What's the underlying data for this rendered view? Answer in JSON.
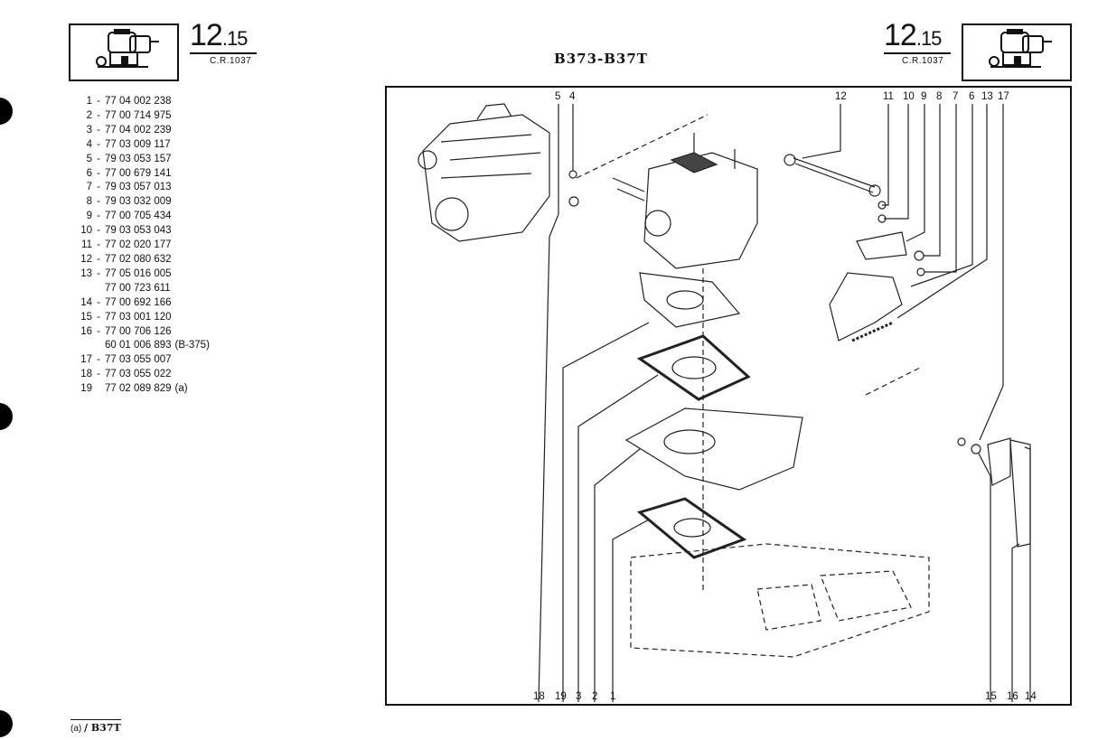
{
  "header": {
    "section_number_main": "12",
    "section_number_sub": ".15",
    "reference": "C.R.1037",
    "title": "B373-B37T"
  },
  "parts_list": [
    {
      "ref": "1",
      "sep": "-",
      "number": "77 04 002 238",
      "note": ""
    },
    {
      "ref": "2",
      "sep": "-",
      "number": "77 00 714 975",
      "note": ""
    },
    {
      "ref": "3",
      "sep": "-",
      "number": "77 04 002 239",
      "note": ""
    },
    {
      "ref": "4",
      "sep": "-",
      "number": "77 03 009 117",
      "note": ""
    },
    {
      "ref": "5",
      "sep": "-",
      "number": "79 03 053 157",
      "note": ""
    },
    {
      "ref": "6",
      "sep": "-",
      "number": "77 00 679 141",
      "note": ""
    },
    {
      "ref": "7",
      "sep": "-",
      "number": "79 03 057 013",
      "note": ""
    },
    {
      "ref": "8",
      "sep": "-",
      "number": "79 03 032 009",
      "note": ""
    },
    {
      "ref": "9",
      "sep": "-",
      "number": "77 00 705 434",
      "note": ""
    },
    {
      "ref": "10",
      "sep": "-",
      "number": "79 03 053 043",
      "note": ""
    },
    {
      "ref": "11",
      "sep": "-",
      "number": "77 02 020 177",
      "note": ""
    },
    {
      "ref": "12",
      "sep": "-",
      "number": "77 02 080 632",
      "note": ""
    },
    {
      "ref": "13",
      "sep": "-",
      "number": "77 05 016 005",
      "note": ""
    },
    {
      "ref": "",
      "sep": "",
      "number": "77 00 723 611",
      "note": ""
    },
    {
      "ref": "14",
      "sep": "-",
      "number": "77 00 692 166",
      "note": ""
    },
    {
      "ref": "15",
      "sep": "-",
      "number": "77 03 001 120",
      "note": ""
    },
    {
      "ref": "16",
      "sep": "-",
      "number": "77 00 706 126",
      "note": ""
    },
    {
      "ref": "",
      "sep": "",
      "number": "60 01 006 893",
      "note": "(B-375)"
    },
    {
      "ref": "17",
      "sep": "-",
      "number": "77 03 055 007",
      "note": ""
    },
    {
      "ref": "18",
      "sep": "-",
      "number": "77 03 055 022",
      "note": ""
    },
    {
      "ref": "19",
      "sep": "",
      "number": "77 02 089 829",
      "note": "(a)"
    }
  ],
  "callouts_top": [
    "5",
    "4",
    "12",
    "11",
    "10",
    "9",
    "8",
    "7",
    "6",
    "13",
    "17"
  ],
  "callouts_bottom": [
    "18",
    "19",
    "3",
    "2",
    "1",
    "15",
    "16",
    "14"
  ],
  "footnote": {
    "marker": "(a)",
    "text": "/ B37T"
  }
}
